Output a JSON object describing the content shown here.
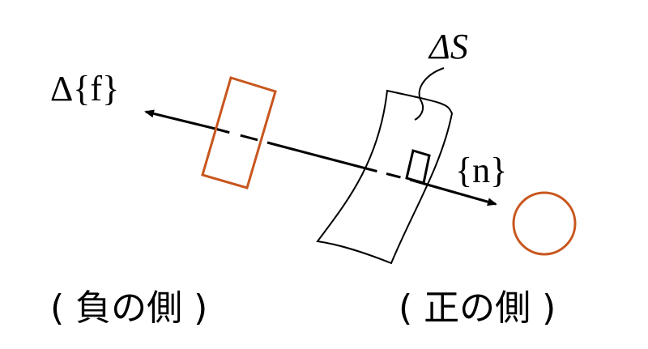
{
  "labels": {
    "force": "Δ{f}",
    "surface": "ΔS",
    "normal": "{n}",
    "negative_side": "( 負の側 )",
    "positive_side": "( 正の側 )"
  },
  "colors": {
    "stroke": "#000000",
    "accent": "#c8561e",
    "background": "#ffffff"
  }
}
